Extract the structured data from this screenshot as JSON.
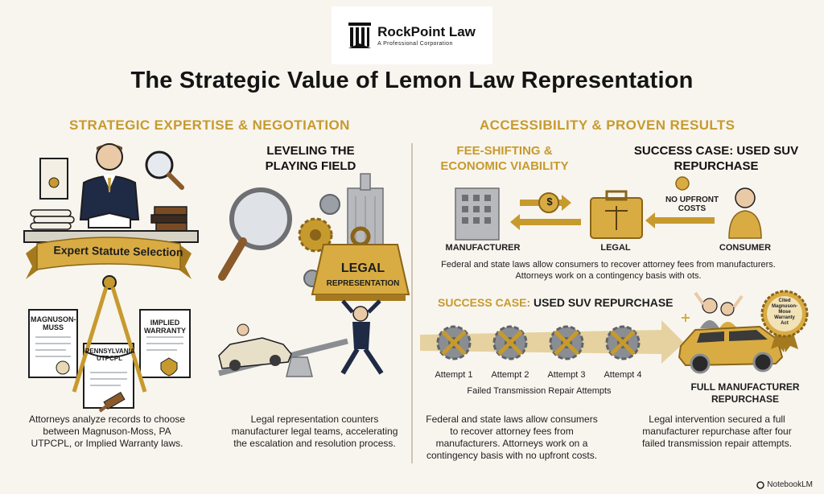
{
  "brand": {
    "name": "RockPoint Law",
    "tagline": "A Professional Corporation"
  },
  "title": "The Strategic Value of Lemon Law Representation",
  "left": {
    "section_title": "STRATEGIC EXPERTISE & NEGOTIATION",
    "ribbon_label": "Expert Statute Selection",
    "docs": {
      "magnuson": "MAGNUSON-MUSS",
      "pennsylvania": "PENNSYLVANIA UTPCPL",
      "implied": "IMPLIED WARRANTY"
    },
    "caption_left": "Attorneys analyze records to choose between Magnuson-Moss, PA UTPCPL, or Implied Warranty laws.",
    "leveling": {
      "title": "LEVELING THE PLAYING FIELD",
      "weight_label_1": "LEGAL",
      "weight_label_2": "REPRESENTATION"
    },
    "caption_right": "Legal representation counters manufacturer legal teams, accelerating the escalation and resolution process."
  },
  "right": {
    "section_title": "ACCESSIBILITY & PROVEN RESULTS",
    "fee": {
      "title": "FEE-SHIFTING & ECONOMIC VIABILITY",
      "no_upfront": "NO UPFRONT COSTS",
      "manufacturer": "MANUFACTURER",
      "legal": "LEGAL",
      "consumer": "CONSUMER",
      "dollar": "$",
      "caption": "Federal and state laws allow consumers to recover attorney fees from manufacturers. Attorneys work on a contingency basis with ots."
    },
    "success_top_title": "SUCCESS CASE: USED SUV REPURCHASE",
    "success": {
      "title_gold": "SUCCESS CASE:",
      "title_dark": "USED SUV REPURCHASE",
      "attempts": [
        "Attempt 1",
        "Attempt 2",
        "Attempt 3",
        "Attempt 4"
      ],
      "attempts_caption": "Failed Transmission Repair Attempts",
      "badge": "Cited Magnuson-Mose Warranty Act",
      "outcome": "FULL MANUFACTURER REPURCHASE"
    },
    "caption_left": "Federal and state laws allow consumers to recover attorney fees from manufacturers. Attorneys work on a contingency basis with no upfront costs.",
    "caption_right": "Legal intervention secured a full manufacturer repurchase after four failed transmission repair attempts."
  },
  "watermark": "NotebookLM",
  "colors": {
    "gold": "#c79a2e",
    "navy": "#1f2a44",
    "gray": "#6d6f73",
    "background": "#f8f5ee"
  }
}
